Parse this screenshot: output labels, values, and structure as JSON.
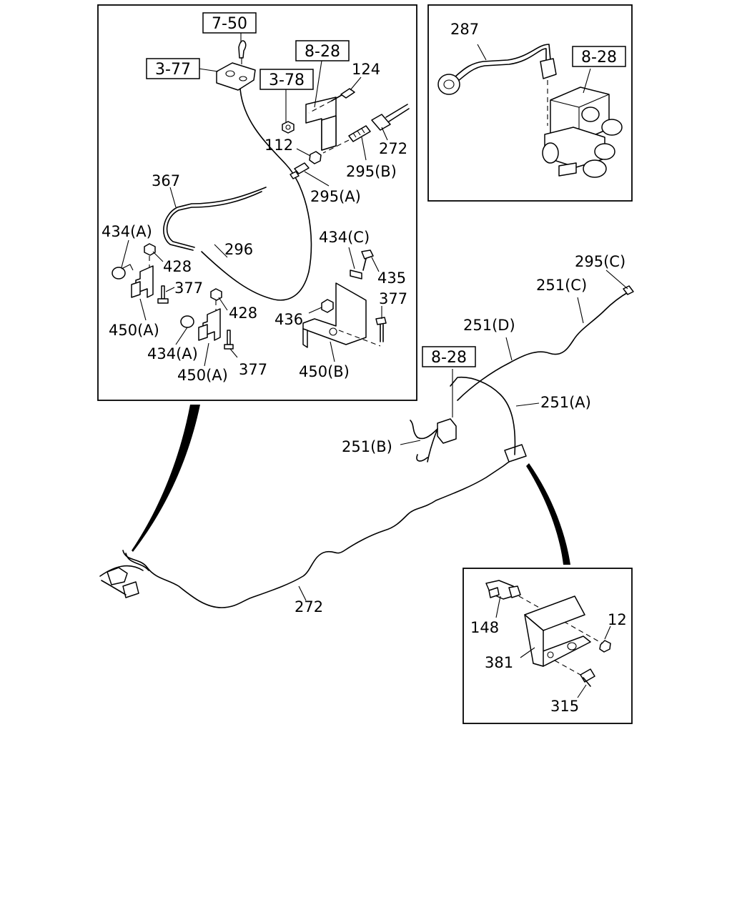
{
  "diagram": {
    "reference_boxes": [
      {
        "id": "r1",
        "text": "7-50"
      },
      {
        "id": "r2",
        "text": "3-77"
      },
      {
        "id": "r3",
        "text": "8-28"
      },
      {
        "id": "r4",
        "text": "3-78"
      },
      {
        "id": "r5",
        "text": "8-28"
      },
      {
        "id": "r6",
        "text": "8-28"
      }
    ],
    "callouts": [
      {
        "id": "c124",
        "text": "124"
      },
      {
        "id": "c112",
        "text": "112"
      },
      {
        "id": "c272a",
        "text": "272"
      },
      {
        "id": "c295b",
        "text": "295(B)"
      },
      {
        "id": "c295a",
        "text": "295(A)"
      },
      {
        "id": "c367",
        "text": "367"
      },
      {
        "id": "c434a1",
        "text": "434(A)"
      },
      {
        "id": "c428a",
        "text": "428"
      },
      {
        "id": "c296",
        "text": "296"
      },
      {
        "id": "c434c",
        "text": "434(C)"
      },
      {
        "id": "c435",
        "text": "435"
      },
      {
        "id": "c377a",
        "text": "377"
      },
      {
        "id": "c377b",
        "text": "377"
      },
      {
        "id": "c428b",
        "text": "428"
      },
      {
        "id": "c436",
        "text": "436"
      },
      {
        "id": "c450a1",
        "text": "450(A)"
      },
      {
        "id": "c434a2",
        "text": "434(A)"
      },
      {
        "id": "c450a2",
        "text": "450(A)"
      },
      {
        "id": "c377c",
        "text": "377"
      },
      {
        "id": "c450b",
        "text": "450(B)"
      },
      {
        "id": "c287",
        "text": "287"
      },
      {
        "id": "c295c",
        "text": "295(C)"
      },
      {
        "id": "c251c",
        "text": "251(C)"
      },
      {
        "id": "c251d",
        "text": "251(D)"
      },
      {
        "id": "c251a",
        "text": "251(A)"
      },
      {
        "id": "c251b",
        "text": "251(B)"
      },
      {
        "id": "c272b",
        "text": "272"
      },
      {
        "id": "c148",
        "text": "148"
      },
      {
        "id": "c12",
        "text": "12"
      },
      {
        "id": "c381",
        "text": "381"
      },
      {
        "id": "c315",
        "text": "315"
      }
    ]
  }
}
